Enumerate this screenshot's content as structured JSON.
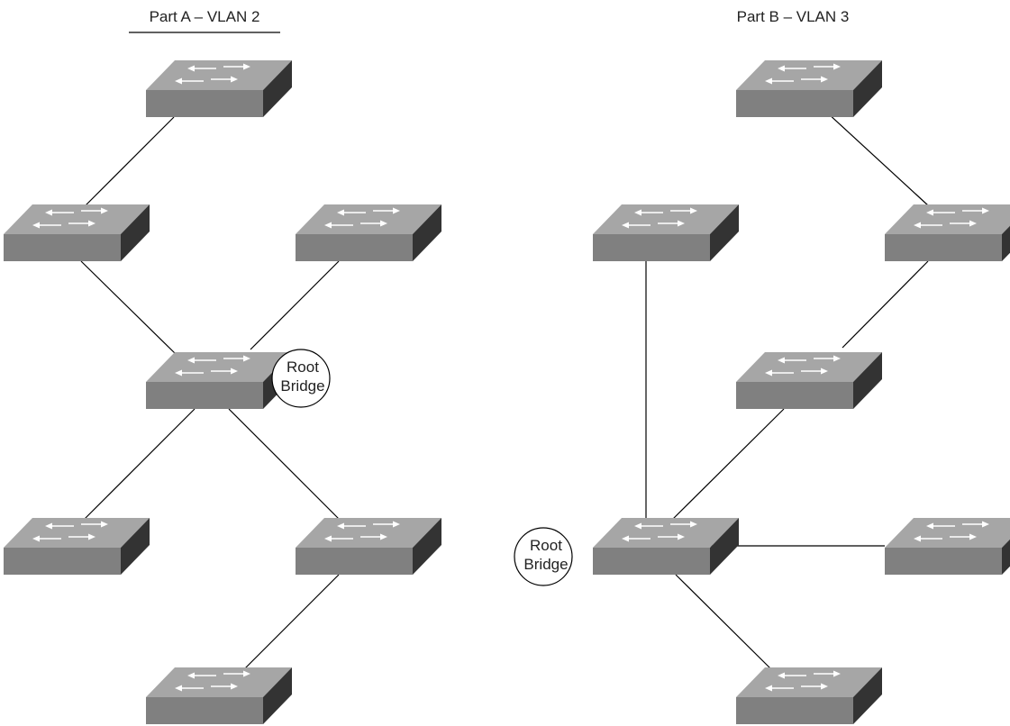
{
  "part_a": {
    "title": "Part A – VLAN 2",
    "root_bridge_label": [
      "Root",
      "Bridge"
    ]
  },
  "part_b": {
    "title": "Part B – VLAN 3",
    "root_bridge_label": [
      "Root",
      "Bridge"
    ]
  },
  "colors": {
    "switch_top": "#a6a6a6",
    "switch_front": "#808080",
    "switch_side": "#333333",
    "link": "#000000",
    "arrow": "#ffffff"
  },
  "icon": "network-switch-icon"
}
